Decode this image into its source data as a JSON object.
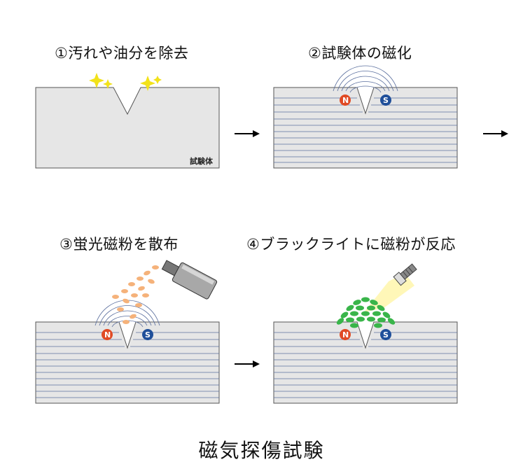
{
  "steps": [
    {
      "title": "①汚れや油分を除去",
      "specimen_label": "試験体"
    },
    {
      "title": "②試験体の磁化",
      "pole_n": "N",
      "pole_s": "S"
    },
    {
      "title": "③蛍光磁粉を散布",
      "pole_n": "N",
      "pole_s": "S"
    },
    {
      "title": "④ブラックライトに磁粉が反応",
      "pole_n": "N",
      "pole_s": "S"
    }
  ],
  "caption": "磁気探傷試験",
  "colors": {
    "specimen_fill": "#e6e6e6",
    "specimen_stroke": "#555555",
    "field_line": "#5b6f9e",
    "pole_n": "#e04a24",
    "pole_s": "#1f4f9a",
    "sparkle": "#f2e21a",
    "powder_orange": "#f5b27a",
    "powder_green": "#39b54a",
    "light_beam": "#fff6b0"
  },
  "icons": [
    "sparkle-icon",
    "spray-can-icon",
    "flashlight-icon",
    "arrow-right-icon"
  ]
}
